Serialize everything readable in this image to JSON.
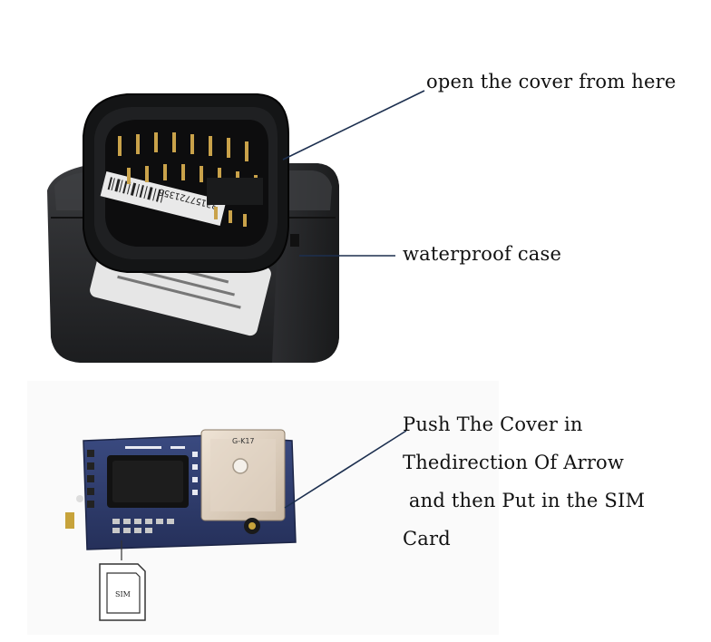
{
  "callouts": {
    "open_cover": "open the cover from here",
    "waterproof": "waterproof case",
    "push_line1": "Push The Cover in",
    "push_line2": "Thedirection Of Arrow",
    "push_line3": " and then Put in the SIM",
    "push_line4": "Card"
  },
  "device": {
    "serial_number": "33157721356"
  },
  "board": {
    "antenna_label": "G-K17",
    "sim_card_label": "SIM"
  },
  "colors": {
    "callout_line": "#1c2f4f",
    "device_body": "#2a2b2d",
    "pcb": "#2d3a66"
  }
}
